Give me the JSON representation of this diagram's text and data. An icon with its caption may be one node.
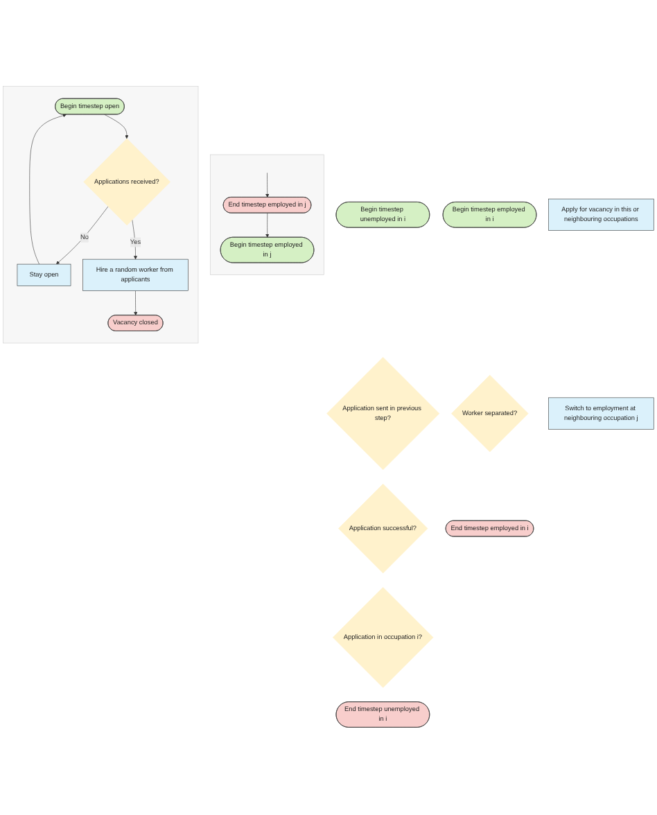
{
  "diagram": {
    "nodes": [
      {
        "text": [
          "Begin timestep employed in i"
        ]
      },
      {
        "text": [
          "Begin timestep unemployed in i"
        ]
      },
      {
        "text": [],
        "shape": "box"
      },
      {
        "text": [
          "Begin timestep employed in j"
        ],
        "in": 2
      },
      {
        "text": [
          "Application sent in previous step?"
        ]
      },
      {
        "text": [
          "Worker separated?"
        ]
      },
      {
        "text": [
          "Application successful?"
        ]
      },
      {
        "text": [
          "Apply for vacancy in this or neighbouring occupations"
        ]
      },
      {
        "text": [
          "Application in occupation i?"
        ]
      },
      {
        "text": [
          "Switch to employment at neighbouring occupation j"
        ]
      },
      {
        "text": [
          "End timestep employed in i"
        ]
      },
      {
        "text": [
          "End timestep unemployed in i"
        ]
      },
      {
        "text": [
          "End timestep employed in j"
        ],
        "in": 2
      },
      {
        "text": [],
        "shape": "box"
      },
      {
        "text": [
          "Begin timestep open"
        ],
        "in": 13
      },
      {
        "text": [
          "Stay open"
        ],
        "in": 13
      },
      {
        "text": [
          "Applications received?"
        ],
        "in": 13
      },
      {
        "text": [
          "Hire a random worker from applicants"
        ],
        "in": 13
      },
      {
        "text": [
          "Vacancy closed"
        ],
        "in": 13
      }
    ],
    "edges": [
      {
        "from": 12,
        "to": 3,
        "arrow": "to"
      },
      {
        "from": null,
        "to": 12,
        "arrow": "to"
      },
      {
        "from": 14,
        "to": 16,
        "arrow": "to"
      },
      {
        "from": 16,
        "to": 15,
        "arrow": "to",
        "label": "No"
      },
      {
        "from": 16,
        "to": 17,
        "arrow": "to",
        "label": "Yes"
      },
      {
        "from": 17,
        "to": 18,
        "arrow": "to"
      },
      {
        "from": 15,
        "to": 14,
        "arrow": "to"
      }
    ]
  }
}
